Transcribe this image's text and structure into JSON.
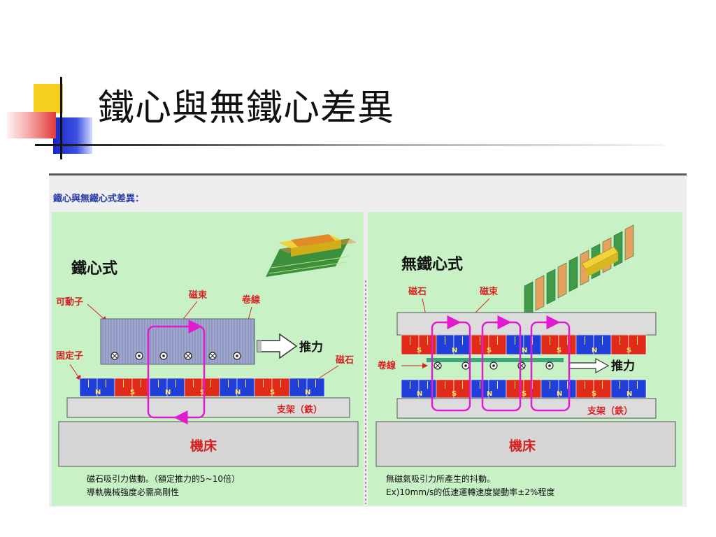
{
  "title": "鐵心與無鐵心差異",
  "figure": {
    "heading": "鐵心與無鐵心式差異：",
    "iron_core": {
      "title": "鐵心式",
      "mover_label": "可動子",
      "flux_label": "磁束",
      "coil_label": "卷線",
      "stator_label": "固定子",
      "magnet_label": "磁石",
      "thrust_label": "推力",
      "support_label": "支架（鉄）",
      "base_label": "機床",
      "notes": [
        "磁石吸引力做動。（額定推力的5~10倍）",
        "導軌機械強度必需高剛性"
      ]
    },
    "ironless": {
      "title": "無鐵心式",
      "magnet_label": "磁石",
      "flux_label": "磁束",
      "coil_label": "卷線",
      "thrust_label": "推力",
      "support_label": "支架（鉄）",
      "base_label": "機床",
      "notes": [
        "無磁氣吸引力所產生的抖動。",
        "Ex)10mm/s的低速運轉速度變動率±2%程度"
      ]
    },
    "pole_letters": {
      "north": "N",
      "south": "S"
    }
  },
  "colors": {
    "panel_green": "#c8f2c6",
    "magnet_red": "#e02a1a",
    "magnet_blue": "#1f3fd8",
    "flux_magenta": "#e21bd0",
    "label_red": "#d62424",
    "base_gray": "#d6d6d6",
    "heading_blue": "#2a3aa8"
  }
}
